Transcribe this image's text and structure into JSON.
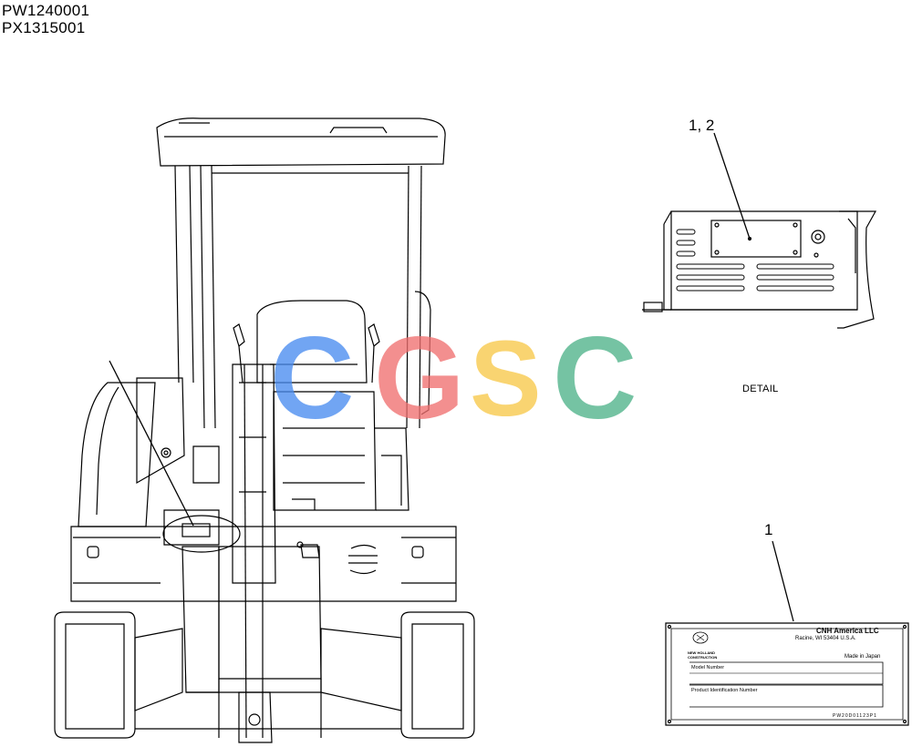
{
  "header": {
    "code_1": "PW1240001",
    "code_2": "PX1315001"
  },
  "callouts": {
    "detail_callout": "1, 2",
    "plate_callout": "1"
  },
  "detail_label": "DETAIL",
  "watermark": {
    "letters": [
      "C",
      "G",
      "S",
      "C"
    ],
    "colors": [
      "#4a8cf0",
      "#f07070",
      "#f8c94a",
      "#4fb38a"
    ]
  },
  "plate": {
    "company": "CNH America LLC",
    "address": "Racine, WI 53404  U.S.A.",
    "made_in": "Made in Japan",
    "brand": "NEW HOLLAND CONSTRUCTION",
    "model_label": "Model Number",
    "pin_label": "Product Identification Number",
    "part_number": "PW20D01123P1"
  }
}
